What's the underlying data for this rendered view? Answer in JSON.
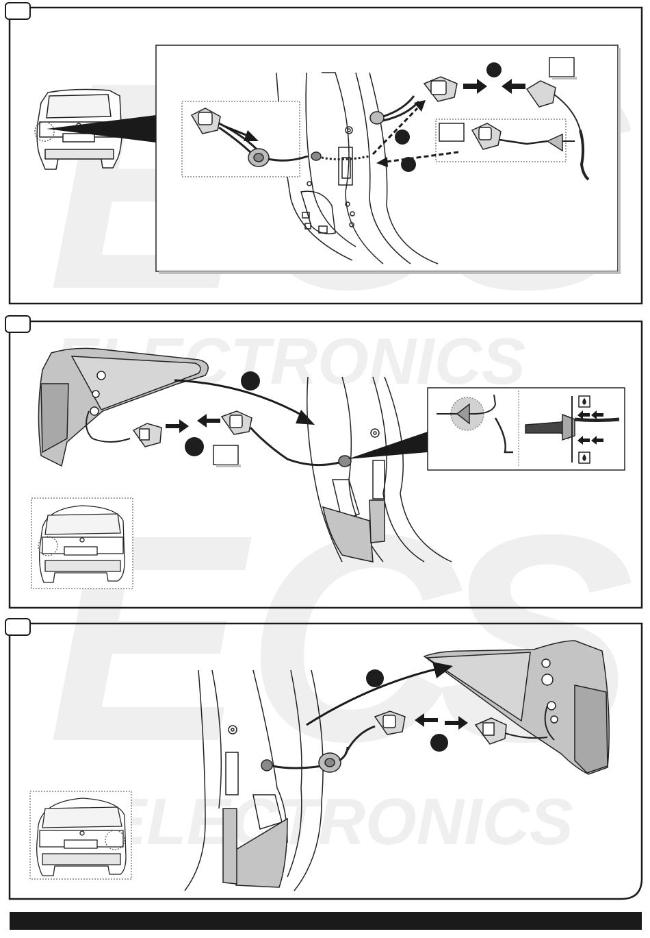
{
  "watermark": {
    "letters": [
      "E",
      "C",
      "S"
    ],
    "word": "ELECTRONICS"
  },
  "panels": [
    {
      "id": 1,
      "step_label": ""
    },
    {
      "id": 2,
      "step_label": ""
    },
    {
      "id": 3,
      "step_label": ""
    }
  ],
  "colors": {
    "frame": "#1a1a1a",
    "watermark": "#efefef",
    "lamp_shade": "#c4c4c4",
    "marker": "#1e1e1e"
  }
}
